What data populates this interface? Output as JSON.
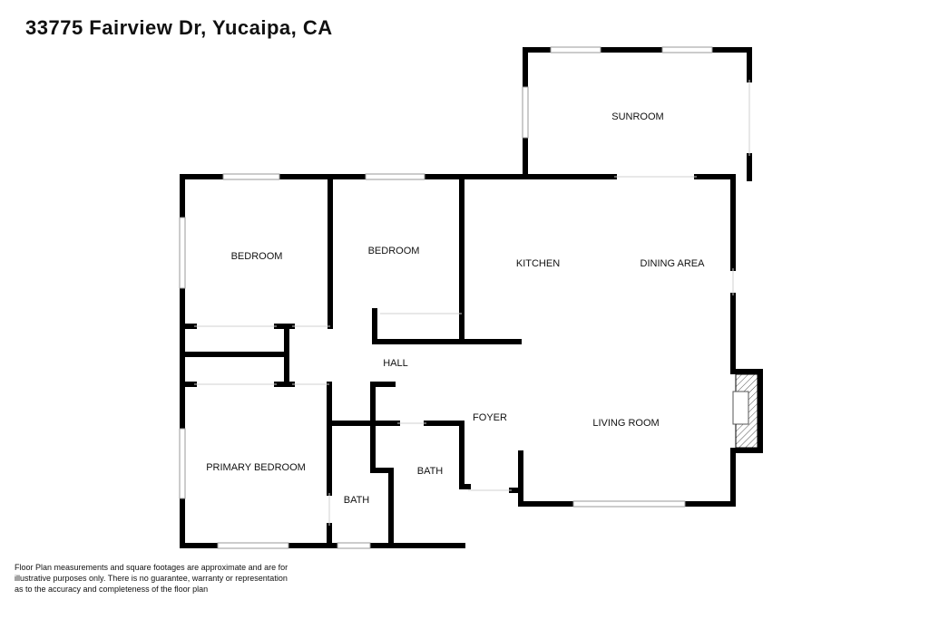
{
  "header": {
    "title": "33775 Fairview Dr, Yucaipa, CA"
  },
  "rooms": {
    "sunroom": "SUNROOM",
    "bedroom_1": "BEDROOM",
    "bedroom_2": "BEDROOM",
    "kitchen": "KITCHEN",
    "dining_area": "DINING AREA",
    "hall": "HALL",
    "foyer": "FOYER",
    "living_room": "LIVING ROOM",
    "primary_bedroom": "PRIMARY BEDROOM",
    "bath_1": "BATH",
    "bath_2": "BATH"
  },
  "footer": {
    "disclaimer_lines": [
      "Floor Plan measurements and square footages are approximate and are for",
      "illustrative purposes only. There is no guarantee, warranty or representation",
      "as to the accuracy and completeness of the floor plan"
    ]
  },
  "colors": {
    "wall": "#000000",
    "window": "#9a9a9a",
    "background": "#ffffff"
  }
}
